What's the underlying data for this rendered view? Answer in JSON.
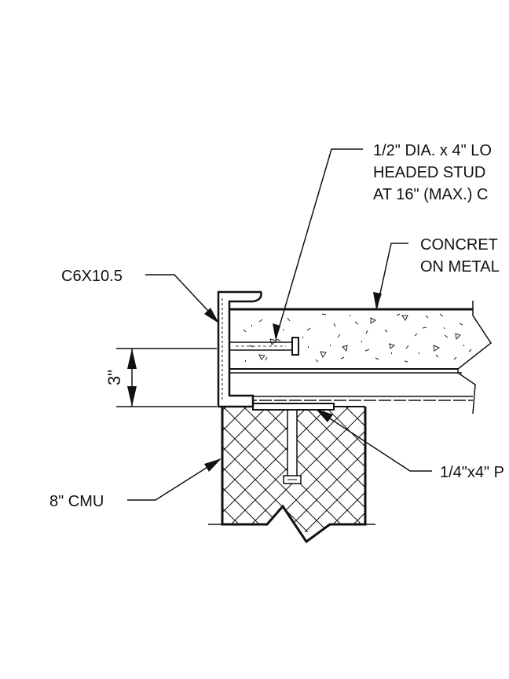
{
  "labels": {
    "stud_line1": "1/2\" DIA. x 4\" LO",
    "stud_line2": "HEADED STUD",
    "stud_line3": "AT 16\" (MAX.) C",
    "deck_line1": "CONCRET",
    "deck_line2": "ON METAL",
    "channel": "C6X10.5",
    "dimension": "3\"",
    "cmu": "8\" CMU",
    "plate": "1/4\"x4\" P"
  },
  "colors": {
    "ink": "#111111",
    "paper": "#ffffff"
  }
}
